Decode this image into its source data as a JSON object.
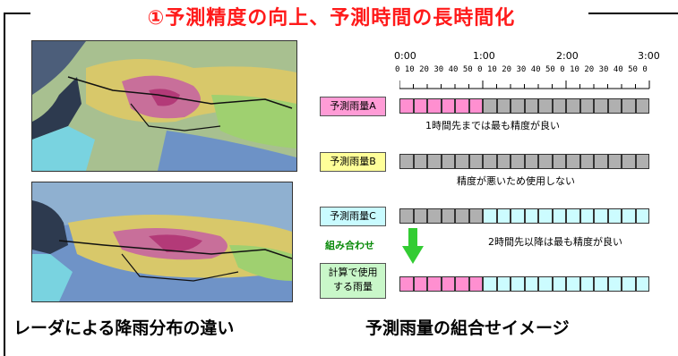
{
  "title": "①予測精度の向上、予測時間の長時間化",
  "captions": {
    "left": "レーダによる降雨分布の違い",
    "right": "予測雨量の組合せイメージ"
  },
  "timeline": {
    "hours": [
      "0:00",
      "1:00",
      "2:00",
      "3:00"
    ],
    "minutes": "0 10 20 30 40 50 0 10 20 30 40 50 0 10 20 30 40 50 0"
  },
  "rows": [
    {
      "label": "予測雨量A",
      "cells": [
        "pink",
        "pink",
        "pink",
        "pink",
        "pink",
        "pink",
        "gray",
        "gray",
        "gray",
        "gray",
        "gray",
        "gray",
        "gray",
        "gray",
        "gray",
        "gray",
        "gray",
        "gray"
      ],
      "note": "1時間先までは最も精度が良い"
    },
    {
      "label": "予測雨量B",
      "cells": [
        "gray",
        "gray",
        "gray",
        "gray",
        "gray",
        "gray",
        "gray",
        "gray",
        "gray",
        "gray",
        "gray",
        "gray",
        "gray",
        "gray",
        "gray",
        "gray",
        "gray",
        "gray"
      ],
      "note": "精度が悪いため使用しない"
    },
    {
      "label": "予測雨量C",
      "cells": [
        "gray",
        "gray",
        "gray",
        "gray",
        "gray",
        "gray",
        "cyan",
        "cyan",
        "cyan",
        "cyan",
        "cyan",
        "cyan",
        "cyan",
        "cyan",
        "cyan",
        "cyan",
        "cyan",
        "cyan"
      ],
      "note": "2時間先以降は最も精度が良い"
    },
    {
      "label_line1": "計算で使用",
      "label_line2": "する雨量",
      "cells": [
        "pink",
        "pink",
        "pink",
        "pink",
        "pink",
        "pink",
        "cyan",
        "cyan",
        "cyan",
        "cyan",
        "cyan",
        "cyan",
        "cyan",
        "cyan",
        "cyan",
        "cyan",
        "cyan",
        "cyan"
      ]
    }
  ],
  "combine_label": "組み合わせ",
  "colors": {
    "title": "#ff1a1a",
    "pink": "#ff8fd0",
    "gray": "#b0b0b0",
    "cyan": "#ccfcff",
    "arrow": "#33cc33"
  }
}
